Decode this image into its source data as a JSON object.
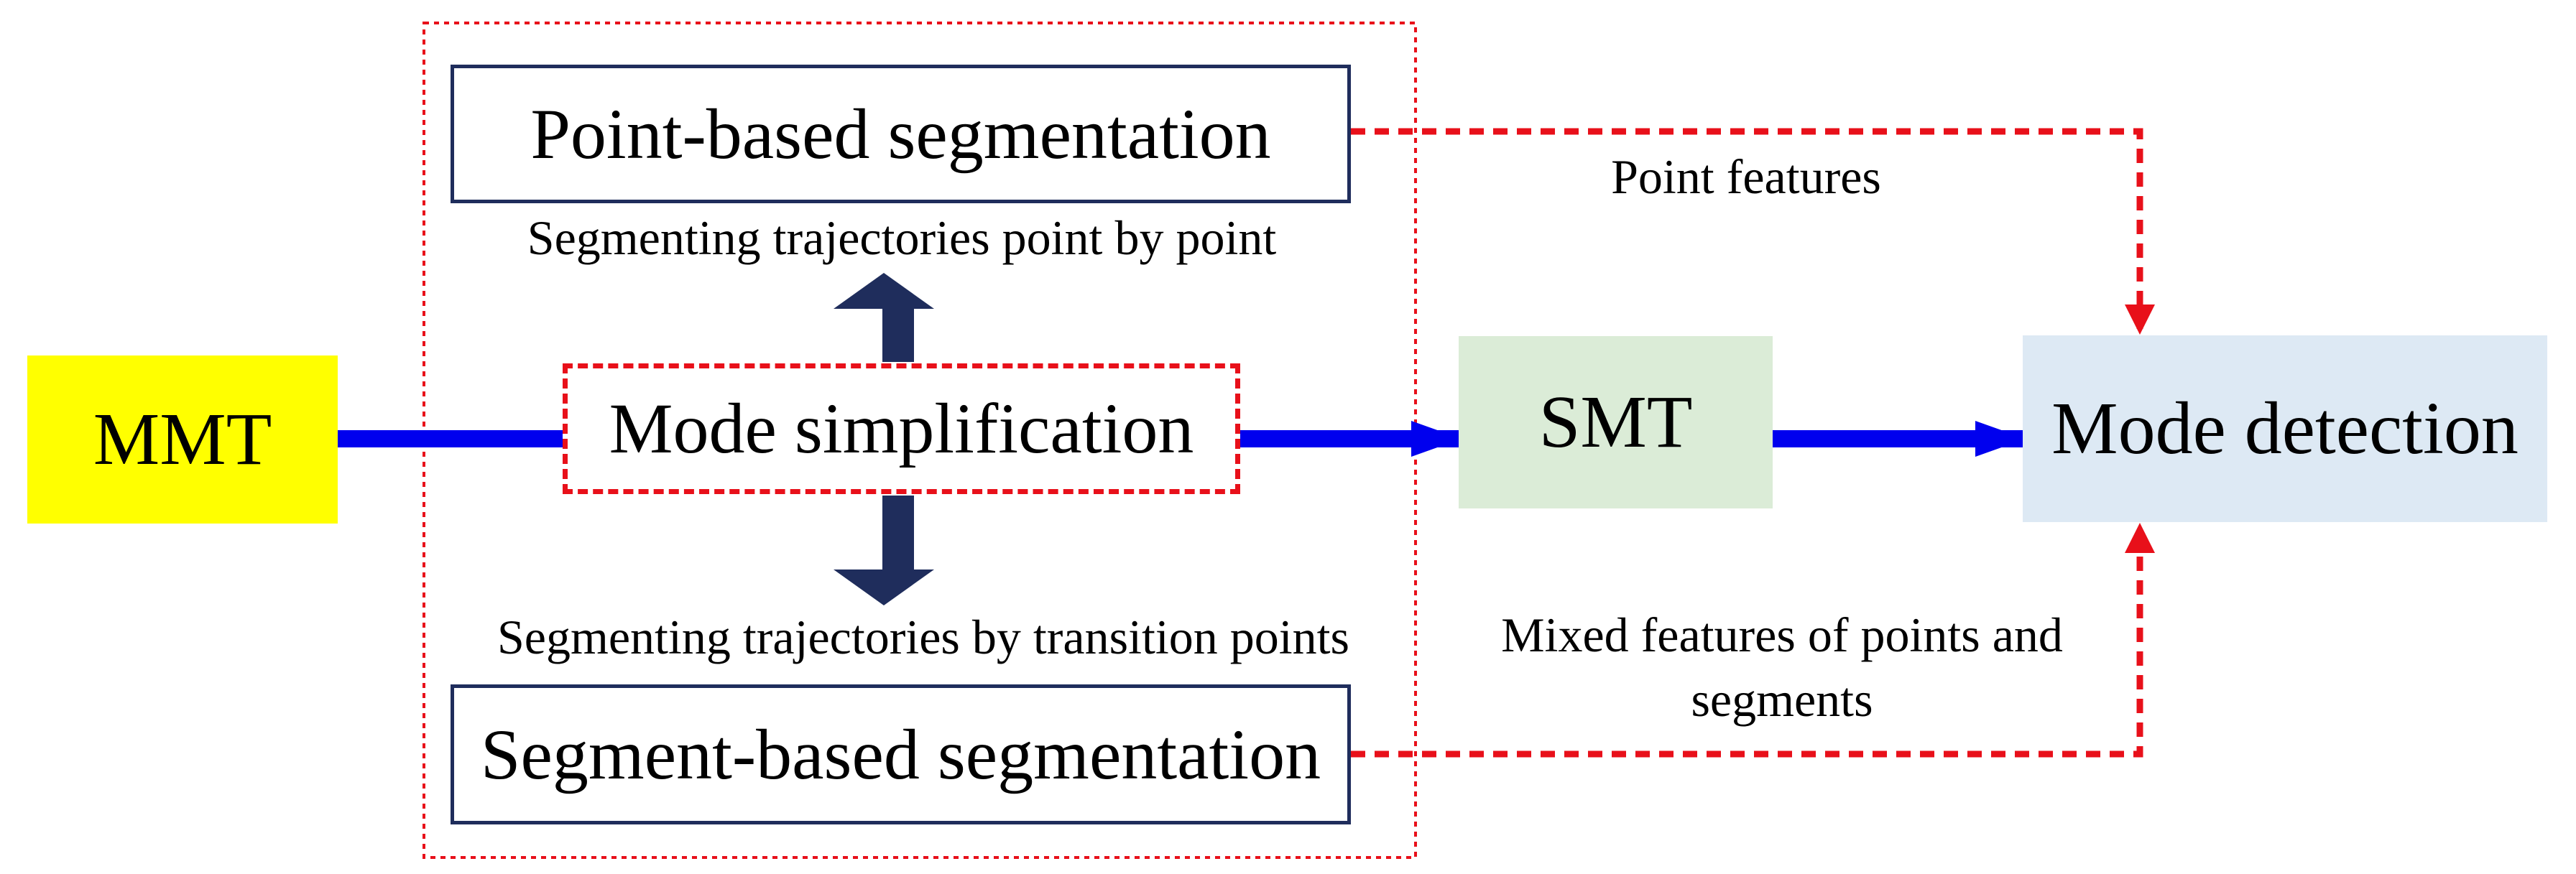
{
  "nodes": {
    "mmt": "MMT",
    "mode_simplification": "Mode simplification",
    "point_based": "Point-based segmentation",
    "segment_based": "Segment-based segmentation",
    "smt": "SMT",
    "mode_detection": "Mode detection"
  },
  "captions": {
    "point_by_point": "Segmenting trajectories point by point",
    "transition_points": "Segmenting trajectories by transition points",
    "point_features": "Point features",
    "mixed_features_line1": "Mixed features of points and",
    "mixed_features_line2": "segments"
  },
  "colors": {
    "mmt_fill": "#ffff00",
    "smt_fill": "#dbecd7",
    "mode_detection_fill": "#dde9f4",
    "flow_arrow": "#0000ee",
    "split_arrow": "#1f2d5c",
    "feature_arrow": "#e8101a",
    "group_border": "#e8101a"
  }
}
